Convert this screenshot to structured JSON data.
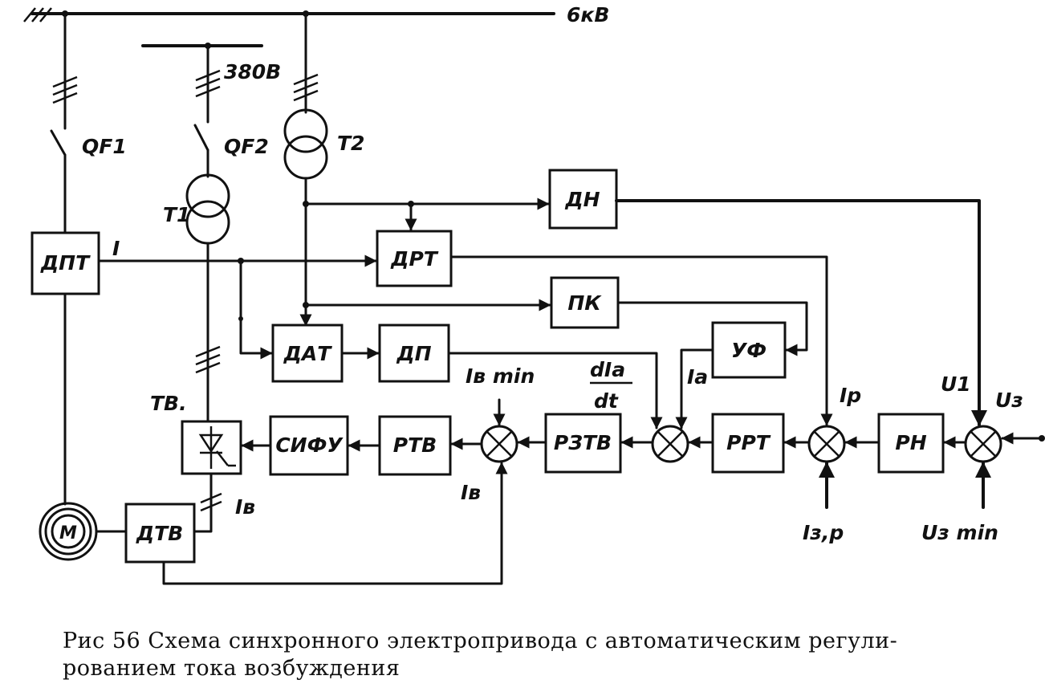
{
  "bus": {
    "hv_label": "6кВ",
    "lv_label": "380В"
  },
  "switches": {
    "qf1": "QF1",
    "qf2": "QF2"
  },
  "transformers": {
    "t1": "T1",
    "t2": "T2",
    "tv": "TB."
  },
  "blocks": {
    "dpt": "ДПТ",
    "dn": "ДН",
    "drt": "ДРТ",
    "pk": "ПК",
    "dat": "ДАТ",
    "dp": "ДП",
    "uf": "УФ",
    "sifu": "СИФУ",
    "rtv": "РТВ",
    "rztv": "РЗТВ",
    "rrt": "РРТ",
    "rn": "РН",
    "dtv": "ДТВ",
    "motor": "M"
  },
  "signals": {
    "i_line": "I",
    "ib_min": "Iв min",
    "dia_num": "dIа",
    "dia_den": "dt",
    "ia": "Iа",
    "ip": "Iр",
    "u1": "U1",
    "uz": "Uз",
    "ib_fb": "Iв",
    "ib_exc": "Iв",
    "iz_p": "Iз,р",
    "uz_min": "Uз min"
  },
  "caption": {
    "line1": "Рис 56  Схема синхронного электропривода с автоматическим регули-",
    "line2": "рованием тока возбуждения"
  }
}
